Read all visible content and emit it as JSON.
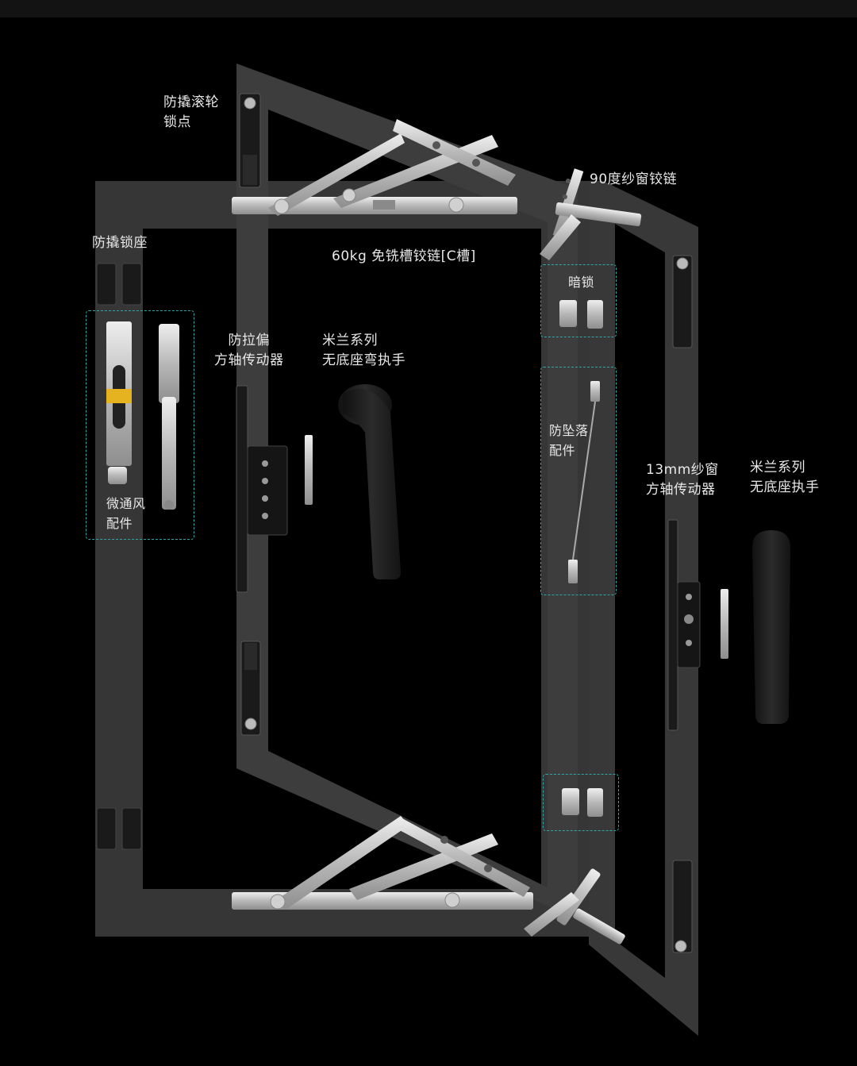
{
  "labels": {
    "roller_lock": [
      "防撬滚轮",
      "锁点"
    ],
    "screen_hinge_90": "90度纱窗铰链",
    "lock_seat": "防撬锁座",
    "hinge_60kg": "60kg 免铣槽铰链[C槽]",
    "hidden_lock": "暗锁",
    "anti_pull_transmission": [
      "防拉偏",
      "方轴传动器"
    ],
    "milan_bent_handle": [
      "米兰系列",
      "无底座弯执手"
    ],
    "anti_fall": [
      "防坠落",
      "配件"
    ],
    "micro_vent": [
      "微通风",
      "配件"
    ],
    "screen_transmission_13mm": [
      "13mm纱窗",
      "方轴传动器"
    ],
    "milan_handle": [
      "米兰系列",
      "无底座执手"
    ]
  },
  "colors": {
    "background": "#000000",
    "frame": "#3a3a3a",
    "metal": "#c9c9c9",
    "handle": "#1e1e1e",
    "dashed_box": "#2fa6a6",
    "label_text": "#e8e8e8"
  }
}
